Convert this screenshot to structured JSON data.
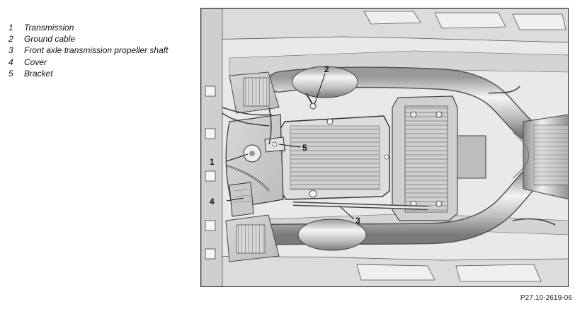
{
  "legend": [
    {
      "number": "1",
      "label": "Transmission"
    },
    {
      "number": "2",
      "label": "Ground cable"
    },
    {
      "number": "3",
      "label": "Front axle transmission propeller shaft"
    },
    {
      "number": "4",
      "label": "Cover"
    },
    {
      "number": "5",
      "label": "Bracket"
    }
  ],
  "callouts": [
    "1",
    "2",
    "3",
    "4",
    "5"
  ],
  "figure_id": "P27.10-2619-06"
}
